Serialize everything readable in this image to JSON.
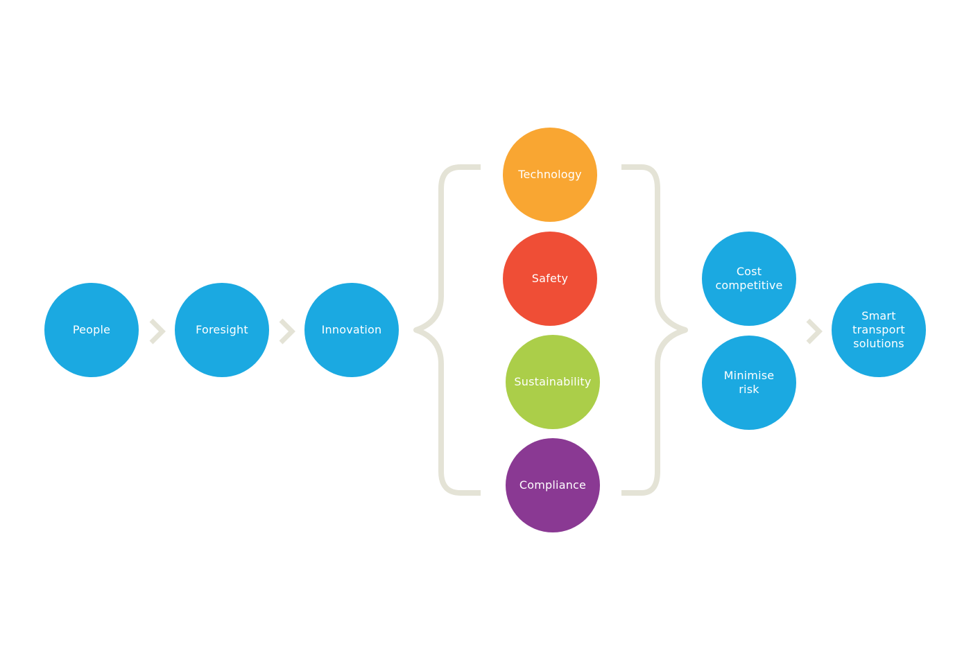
{
  "colors": {
    "blue": "#1BA9E1",
    "orange": "#F9A632",
    "red": "#EF4E36",
    "green": "#ABCE49",
    "purple": "#8A3993",
    "connector": "#E4E3D6",
    "text": "#FFFFFF"
  },
  "flow": {
    "people": "People",
    "foresight": "Foresight",
    "innovation": "Innovation"
  },
  "pillars": {
    "technology": "Technology",
    "safety": "Safety",
    "sustainability": "Sustainability",
    "compliance": "Compliance"
  },
  "outcomes": {
    "cost_competitive": "Cost\ncompetitive",
    "minimise_risk": "Minimise\nrisk"
  },
  "result": {
    "smart_transport": "Smart\ntransport\nsolutions"
  },
  "icons": {
    "chevron": "chevron-right-icon",
    "brace_open": "left-curly-brace-icon",
    "brace_close": "right-curly-brace-icon"
  }
}
